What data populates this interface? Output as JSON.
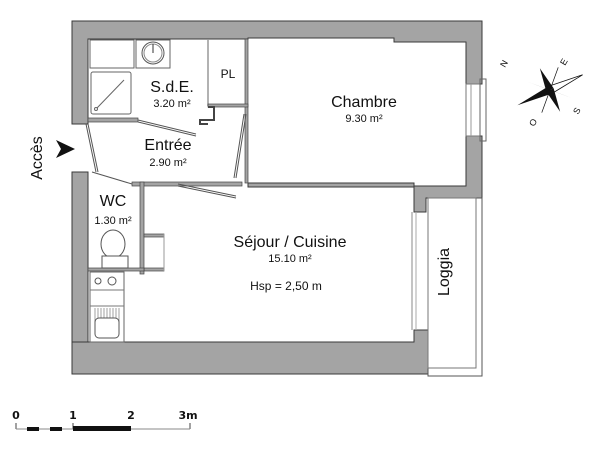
{
  "rooms": {
    "sde": {
      "name": "S.d.E.",
      "area": "3.20 m²"
    },
    "pl": {
      "name": "PL"
    },
    "chambre": {
      "name": "Chambre",
      "area": "9.30 m²"
    },
    "entree": {
      "name": "Entrée",
      "area": "2.90 m²"
    },
    "wc": {
      "name": "WC",
      "area": "1.30 m²"
    },
    "sejour": {
      "name": "Séjour / Cuisine",
      "area": "15.10 m²",
      "height": "Hsp =  2,50 m"
    },
    "loggia": {
      "name": "Loggia"
    }
  },
  "access": {
    "label": "Accès"
  },
  "compass": {
    "n": "N",
    "e": "E",
    "s": "S",
    "o": "O"
  },
  "scale": {
    "ticks": [
      "0",
      "1",
      "2",
      "3m"
    ]
  },
  "colors": {
    "wall": "#a4a4a4",
    "wall_outline": "#3a3a3a",
    "background": "#ffffff"
  }
}
